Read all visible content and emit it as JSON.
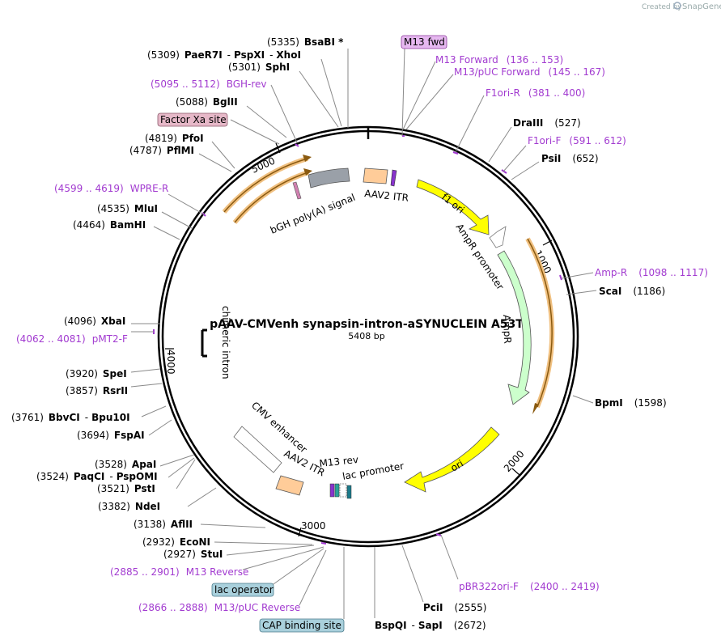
{
  "plasmid": {
    "name": "pAAV-CMVenh synapsin-intron-aSYNUCLEIN A53T",
    "length": "5408 bp"
  },
  "branding": {
    "created_by": "Created by",
    "app": "SnapGene"
  },
  "ticks": [
    "1000",
    "2000",
    "3000",
    "4000",
    "5000"
  ],
  "boxed_labels": {
    "m13_fwd": "M13 fwd",
    "factor_xa": "Factor Xa site",
    "lac_operator": "lac operator",
    "cap_site": "CAP binding site"
  },
  "colors": {
    "primer": "#a23bd0",
    "yellow_feature": "#ffff00",
    "green_feature": "#ccffcc",
    "orange_feature": "#ffcc99",
    "grey_feature": "#9aa0a8",
    "box_pink": "#e6b8c8",
    "box_blue": "#a9d0dc",
    "box_lilac": "#e6b8f0"
  },
  "enzymes": {
    "bsabi": {
      "pos": "(5335)",
      "name": "BsaBI *"
    },
    "paer7i": {
      "pos": "(5309)",
      "name": "PaeR7I",
      "sep": "-",
      "name2": "PspXI",
      "sep2": "-",
      "name3": "XhoI"
    },
    "sphi": {
      "pos": "(5301)",
      "name": "SphI"
    },
    "bglii": {
      "pos": "(5088)",
      "name": "BglII"
    },
    "pfoi": {
      "pos": "(4819)",
      "name": "PfoI"
    },
    "pflmi": {
      "pos": "(4787)",
      "name": "PflMI"
    },
    "mlui": {
      "pos": "(4535)",
      "name": "MluI"
    },
    "bamhi": {
      "pos": "(4464)",
      "name": "BamHI"
    },
    "xbai": {
      "pos": "(4096)",
      "name": "XbaI"
    },
    "spei": {
      "pos": "(3920)",
      "name": "SpeI"
    },
    "rsrii": {
      "pos": "(3857)",
      "name": "RsrII"
    },
    "bbvci": {
      "pos": "(3761)",
      "name": "BbvCI",
      "sep": "-",
      "name2": "Bpu10I"
    },
    "fspai": {
      "pos": "(3694)",
      "name": "FspAI"
    },
    "apai": {
      "pos": "(3528)",
      "name": "ApaI"
    },
    "paqci": {
      "pos": "(3524)",
      "name": "PaqCI",
      "sep": "-",
      "name2": "PspOMI"
    },
    "psti": {
      "pos": "(3521)",
      "name": "PstI"
    },
    "ndei": {
      "pos": "(3382)",
      "name": "NdeI"
    },
    "aflii": {
      "pos": "(3138)",
      "name": "AflII"
    },
    "econi": {
      "pos": "(2932)",
      "name": "EcoNI"
    },
    "stui": {
      "pos": "(2927)",
      "name": "StuI"
    },
    "draiii": {
      "name": "DraIII",
      "pos": "(527)"
    },
    "psii": {
      "name": "PsiI",
      "pos": "(652)"
    },
    "scai": {
      "name": "ScaI",
      "pos": "(1186)"
    },
    "bpmi": {
      "name": "BpmI",
      "pos": "(1598)"
    },
    "pcii": {
      "name": "PciI",
      "pos": "(2555)"
    },
    "bspqi": {
      "name": "BspQI",
      "sep": "-",
      "name2": "SapI",
      "pos": "(2672)"
    }
  },
  "primers": {
    "m13_forward": {
      "name": "M13 Forward",
      "range": "(136 .. 153)"
    },
    "m13_puc_forward": {
      "name": "M13/pUC Forward",
      "range": "(145 .. 167)"
    },
    "f1ori_r": {
      "name": "F1ori-R",
      "range": "(381 .. 400)"
    },
    "f1ori_f": {
      "name": "F1ori-F",
      "range": "(591 .. 612)"
    },
    "amp_r": {
      "name": "Amp-R",
      "range": "(1098 .. 1117)"
    },
    "pbr322ori_f": {
      "name": "pBR322ori-F",
      "range": "(2400 .. 2419)"
    },
    "bgh_rev": {
      "range": "(5095 .. 5112)",
      "name": "BGH-rev"
    },
    "wpre_r": {
      "range": "(4599 .. 4619)",
      "name": "WPRE-R"
    },
    "pmt2_f": {
      "range": "(4062 .. 4081)",
      "name": "pMT2-F"
    },
    "m13_reverse": {
      "range": "(2885 .. 2901)",
      "name": "M13 Reverse"
    },
    "m13_puc_reverse": {
      "range": "(2866 .. 2888)",
      "name": "M13/pUC Reverse"
    }
  },
  "features": {
    "f1_ori": "f1 ori",
    "ampr_promoter": "AmpR promoter",
    "ampr": "AmpR",
    "ori": "ori",
    "aav2_itr_top": "AAV2 ITR",
    "bgh_polya": "bGH poly(A) signal",
    "chimeric_intron": "chimeric intron",
    "cmv_enhancer": "CMV enhancer",
    "aav2_itr_bottom": "AAV2 ITR",
    "m13_rev": "M13 rev",
    "lac_promoter": "lac promoter"
  }
}
